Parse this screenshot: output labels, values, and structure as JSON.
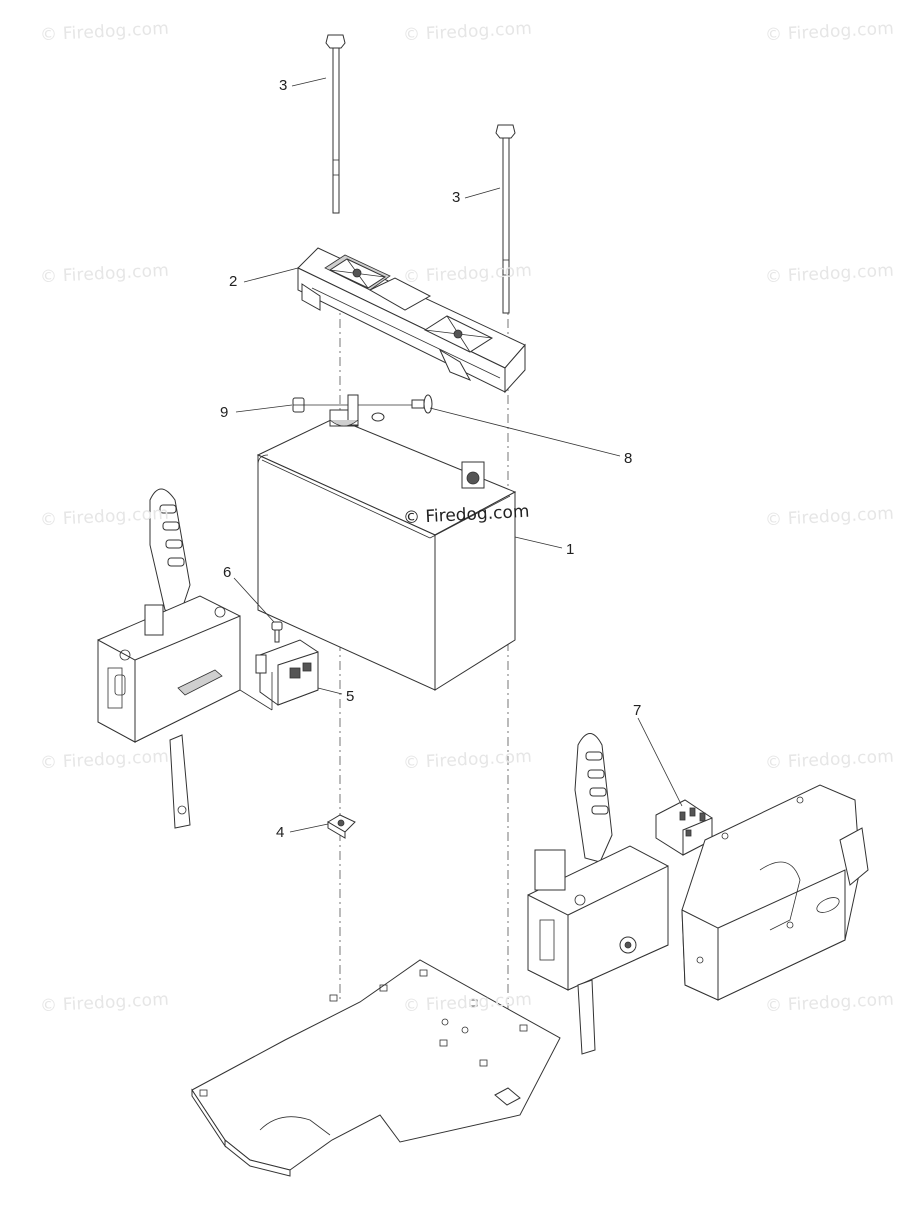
{
  "watermark": {
    "text": "© Firedog.com"
  },
  "callouts": {
    "c1": "1",
    "c2": "2",
    "c3a": "3",
    "c3b": "3",
    "c4": "4",
    "c5": "5",
    "c6": "6",
    "c7": "7",
    "c8": "8",
    "c9": "9"
  },
  "parts": {
    "battery": "battery-icon",
    "hold_down": "battery-hold-down-icon",
    "long_bolt": "bolt-icon",
    "nut": "nut-icon",
    "switch": "switch-icon",
    "shifter": "shift-lever-icon",
    "mount_plate": "mounting-plate-icon",
    "terminal_bolt": "terminal-bolt-icon",
    "terminal_nut": "terminal-nut-icon",
    "bracket": "bracket-icon"
  }
}
